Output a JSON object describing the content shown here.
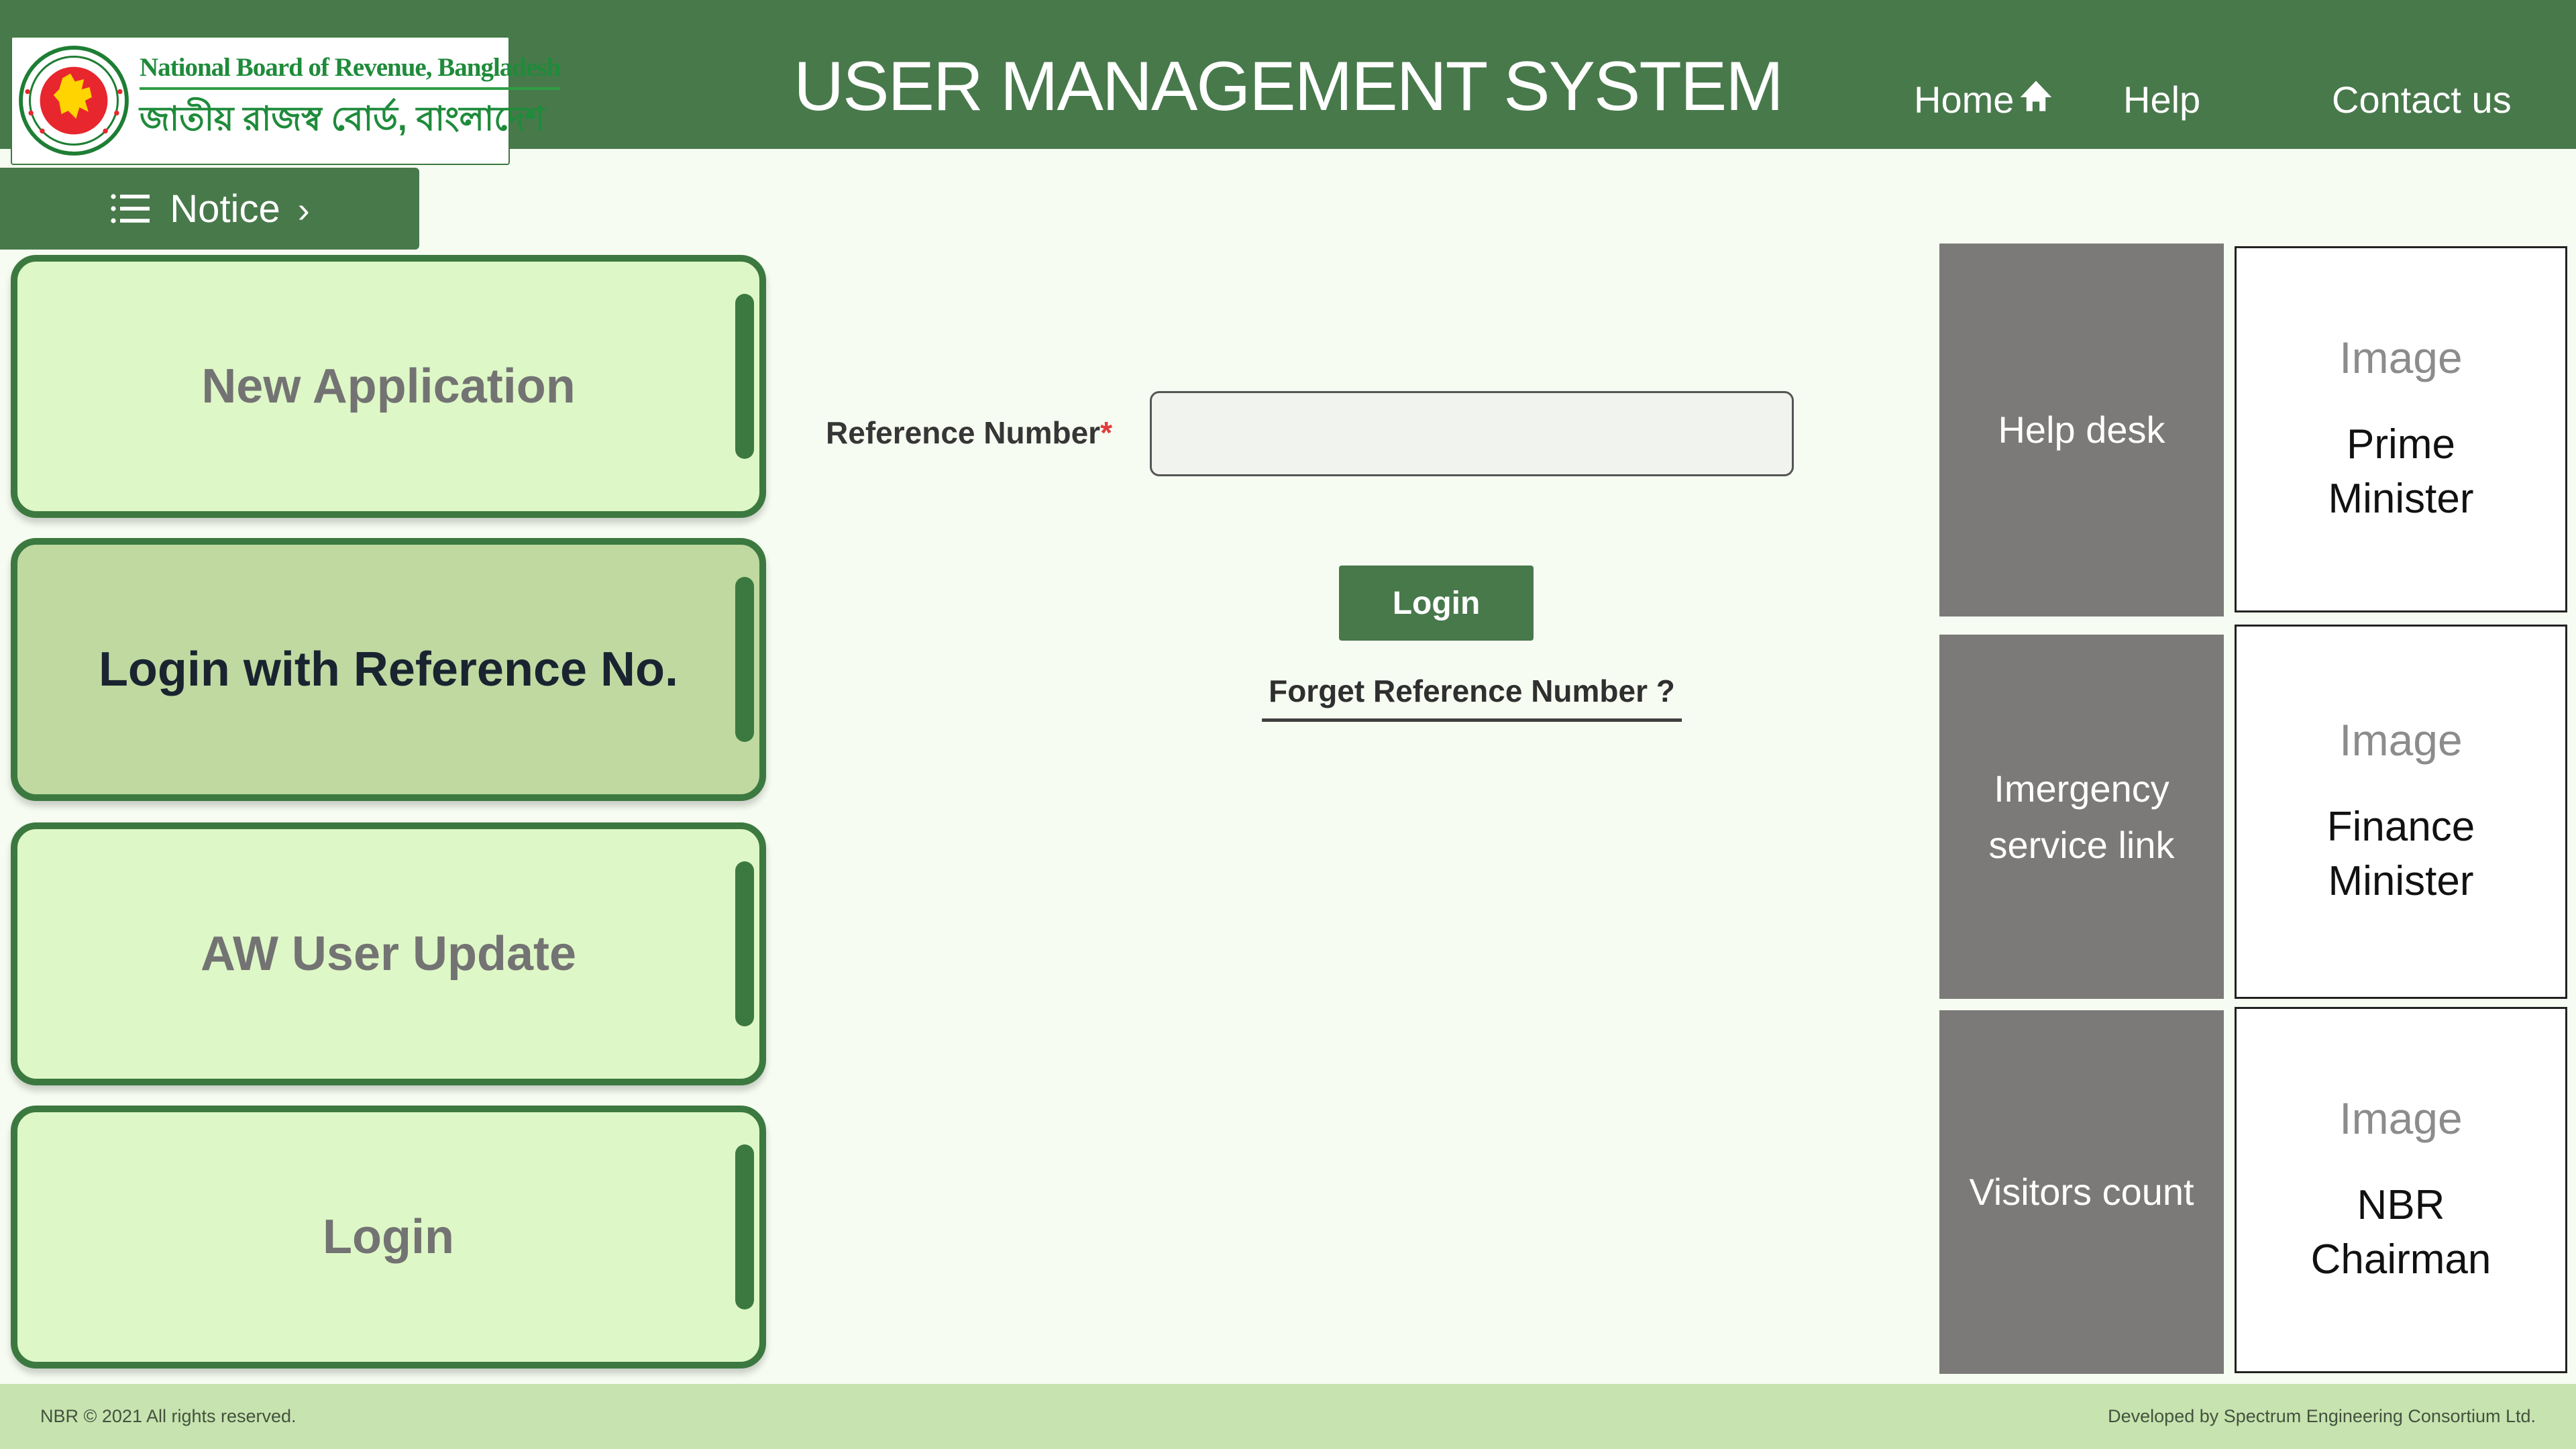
{
  "colors": {
    "header_green": "#48794b",
    "page_background": "#f6fcf1",
    "button_fill": "#def7c6",
    "button_fill_active": "#bfd9a1",
    "button_border_green": "#3c7940",
    "panel_gray": "#7b7a78",
    "footer_green": "#c7e3af",
    "required_red": "#e23b3b",
    "logo_green": "#1f8b3b",
    "emblem_red": "#e8262d",
    "emblem_yellow": "#ffd400"
  },
  "header": {
    "org_name_en": "National Board of Revenue, Bangladesh",
    "org_name_bn": "জাতীয় রাজস্ব বোর্ড, বাংলাদেশ",
    "title": "USER MANAGEMENT SYSTEM",
    "nav": {
      "home": "Home",
      "help": "Help",
      "contact": "Contact us"
    }
  },
  "notice": {
    "label": "Notice",
    "chevron": "›"
  },
  "sidebar": {
    "buttons": [
      {
        "label": "New Application",
        "active": false
      },
      {
        "label": "Login with Reference No.",
        "active": true
      },
      {
        "label": "AW User Update",
        "active": false
      },
      {
        "label": "Login",
        "active": false
      }
    ]
  },
  "form": {
    "reference_label": "Reference Number",
    "required_mark": "*",
    "reference_value": "",
    "login_label": "Login",
    "forget_link": "Forget Reference Number ?"
  },
  "panels": {
    "rows": [
      {
        "action": "Help desk",
        "image_label": "Image",
        "image_caption": "Prime Minister"
      },
      {
        "action": "Imergency service link",
        "image_label": "Image",
        "image_caption": "Finance Minister"
      },
      {
        "action": "Visitors count",
        "image_label": "Image",
        "image_caption": "NBR Chairman"
      }
    ]
  },
  "footer": {
    "left": "NBR © 2021 All rights reserved.",
    "right": "Developed by Spectrum Engineering Consortium Ltd."
  }
}
